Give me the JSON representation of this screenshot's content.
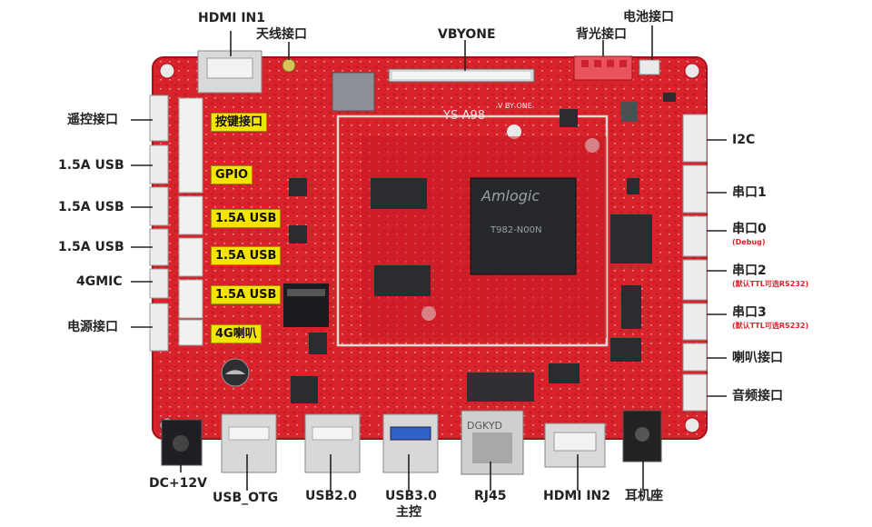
{
  "board_name": "YS-A98",
  "silk_vbyone": "V BY ONE",
  "soc_brand": "Amlogic",
  "soc_model": "T982-N00N",
  "lan_brand": "DGKYD",
  "top_labels": {
    "hdmi_in1": "HDMI  IN1",
    "antenna": "天线接口",
    "vbyone": "VBYONE",
    "backlight": "背光接口",
    "battery": "电池接口"
  },
  "left_labels": [
    "遥控接口",
    "1.5A  USB",
    "1.5A  USB",
    "1.5A  USB",
    "4GMIC",
    "电源接口"
  ],
  "right_labels": [
    {
      "text": "I2C",
      "sub": ""
    },
    {
      "text": "串口1",
      "sub": ""
    },
    {
      "text": "串口0",
      "sub": "(Debug)"
    },
    {
      "text": "串口2",
      "sub": "(默认TTL可选RS232)"
    },
    {
      "text": "串口3",
      "sub": "(默认TTL可选RS232)"
    },
    {
      "text": "喇叭接口",
      "sub": ""
    },
    {
      "text": "音频接口",
      "sub": ""
    }
  ],
  "bottom_labels": [
    "DC+12V",
    "USB_OTG",
    "USB2.0",
    "USB3.0",
    "RJ45",
    "HDMI IN2",
    "耳机座"
  ],
  "bottom_sublabel": "主控",
  "yellow_tags": [
    "按键接口",
    "GPIO",
    "1.5A USB",
    "1.5A USB",
    "1.5A USB",
    "4G喇叭"
  ],
  "colors": {
    "pcb": "#d8222c",
    "pcb_dark": "#b0141d",
    "tag": "#f4e400",
    "sub_text": "#e0202a",
    "label": "#222222"
  }
}
